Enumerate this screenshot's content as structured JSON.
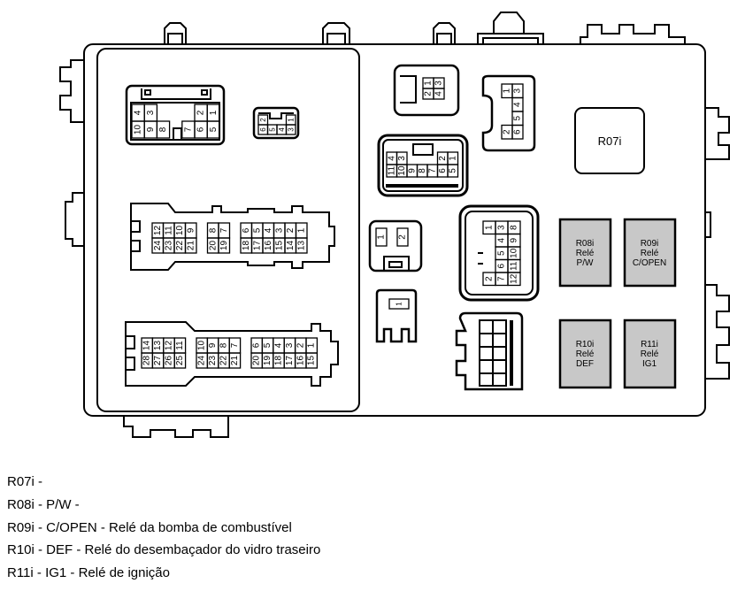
{
  "relays": {
    "R07i": {
      "id": "R07i"
    },
    "R08i": {
      "id": "R08i",
      "word": "Relé",
      "label": "P/W"
    },
    "R09i": {
      "id": "R09i",
      "word": "Relé",
      "label": "C/OPEN"
    },
    "R10i": {
      "id": "R10i",
      "word": "Relé",
      "label": "DEF"
    },
    "R11i": {
      "id": "R11i",
      "word": "Relé",
      "label": "IG1"
    }
  },
  "connectors": {
    "A": [
      [
        "4",
        "3",
        "",
        "",
        "",
        "2",
        "1"
      ],
      [
        "10",
        "9",
        "8",
        "",
        "7",
        "6",
        "5"
      ]
    ],
    "B": [
      [
        "2",
        "",
        "",
        "1"
      ],
      [
        "6",
        "5",
        "4",
        "3"
      ]
    ],
    "C": [
      [
        "12",
        "11",
        "10",
        "9",
        "",
        "8",
        "7",
        "",
        "6",
        "5",
        "4",
        "3",
        "2",
        "1"
      ],
      [
        "24",
        "23",
        "22",
        "21",
        "",
        "20",
        "19",
        "",
        "18",
        "17",
        "16",
        "15",
        "14",
        "13"
      ]
    ],
    "D": [
      [
        "14",
        "13",
        "12",
        "11",
        "",
        "10",
        "9",
        "8",
        "7",
        "",
        "6",
        "5",
        "4",
        "3",
        "2",
        "1"
      ],
      [
        "28",
        "27",
        "26",
        "25",
        "",
        "24",
        "23",
        "22",
        "21",
        "",
        "20",
        "19",
        "18",
        "17",
        "16",
        "15"
      ]
    ],
    "E": [
      [
        "1",
        "3"
      ],
      [
        "2",
        "4"
      ]
    ],
    "F": [
      [
        "1",
        "3"
      ],
      [
        "",
        "4"
      ],
      [
        "",
        "5"
      ],
      [
        "2",
        "6"
      ]
    ],
    "G": [
      [
        "4",
        "3",
        "",
        "",
        "",
        "2",
        "1"
      ],
      [
        "11",
        "10",
        "9",
        "8",
        "7",
        "6",
        "5"
      ]
    ],
    "H": [
      [
        "1",
        "",
        "2"
      ]
    ],
    "I": [
      [
        "1"
      ]
    ],
    "J": [
      [
        "1",
        "3",
        "8"
      ],
      [
        "",
        "4",
        "9"
      ],
      [
        "",
        "5",
        "10"
      ],
      [
        "",
        "6",
        "11"
      ],
      [
        "2",
        "7",
        "12"
      ]
    ]
  },
  "legend": [
    "R07i -",
    "R08i - P/W -",
    "R09i - C/OPEN - Relé da bomba de combustível",
    "R10i - DEF - Relé do desembaçador do vidro traseiro",
    "R11i - IG1 - Relé de ignição"
  ],
  "colors": {
    "relay_fill": "#c8c8c8",
    "line": "#000000"
  }
}
